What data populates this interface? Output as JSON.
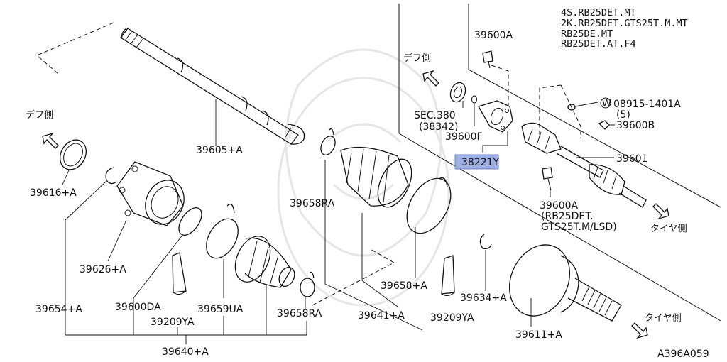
{
  "note": {
    "lines": [
      "4S.RB25DET.MT",
      "2K.RB25DET.GTS25T.M.MT",
      "RB25DE.MT",
      "RB25DET.AT.F4"
    ]
  },
  "direction_labels": {
    "diff_left": "デフ側",
    "diff_right": "デフ側",
    "tire_mid": "タイヤ側",
    "tire_bottom": "タイヤ側"
  },
  "callouts": {
    "p39605A": "39605+A",
    "p39616A": "39616+A",
    "p39626A": "39626+A",
    "p39654A": "39654+A",
    "p39600DA": "39600DA",
    "p39209YA_left": "39209YA",
    "p39659UA": "39659UA",
    "p39658RA_bottom": "39658RA",
    "p39640A": "39640+A",
    "p39658RA_top": "39658RA",
    "p39658A": "39658+A",
    "p39641A": "39641+A",
    "p39209YA_right": "39209YA",
    "p39634A": "39634+A",
    "p39611A": "39611+A",
    "p39600A_top": "39600A",
    "sec380": "SEC.380",
    "sec380_sub": "(38342)",
    "p39600F": "39600F",
    "p38221Y": "38221Y",
    "w_mark": "W",
    "p08915": "08915-1401A",
    "p08915_qty": "(5)",
    "p39600B": "39600B",
    "p39601": "39601",
    "p39600A_mid": "39600A",
    "p39600A_note1": "(RB25DET.",
    "p39600A_note2": "GTS25T.M/LSD)"
  },
  "diagram_code": "A396A059",
  "highlight_color": "#9fb0e6"
}
